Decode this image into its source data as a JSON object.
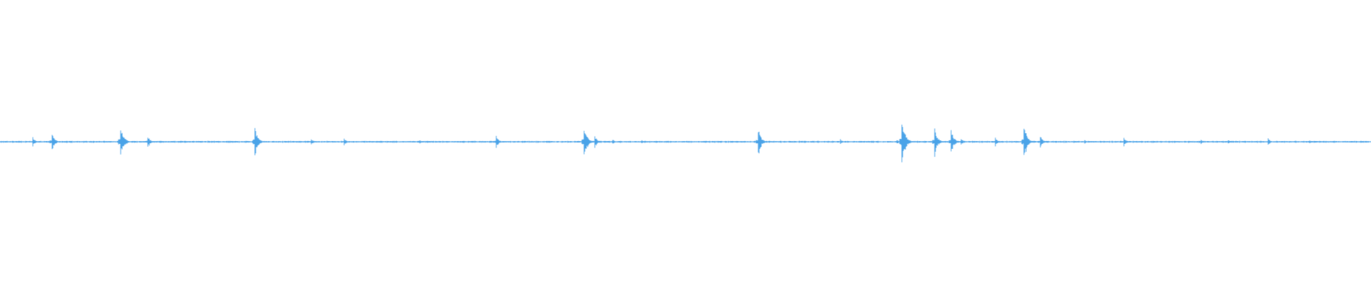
{
  "waveform": {
    "color": "#4aa3e8",
    "background": "#ffffff",
    "baseline_level": 0.0,
    "amplitude_range": [
      -1,
      1
    ],
    "duration_fraction_range": [
      0,
      1
    ],
    "transients": [
      {
        "t": 0.024,
        "amp": 0.035
      },
      {
        "t": 0.038,
        "amp": 0.075
      },
      {
        "t": 0.088,
        "amp": 0.12
      },
      {
        "t": 0.108,
        "amp": 0.045
      },
      {
        "t": 0.186,
        "amp": 0.11
      },
      {
        "t": 0.227,
        "amp": 0.02
      },
      {
        "t": 0.251,
        "amp": 0.025
      },
      {
        "t": 0.306,
        "amp": 0.012
      },
      {
        "t": 0.362,
        "amp": 0.05
      },
      {
        "t": 0.426,
        "amp": 0.12
      },
      {
        "t": 0.434,
        "amp": 0.045
      },
      {
        "t": 0.447,
        "amp": 0.02
      },
      {
        "t": 0.468,
        "amp": 0.012
      },
      {
        "t": 0.553,
        "amp": 0.1
      },
      {
        "t": 0.613,
        "amp": 0.02
      },
      {
        "t": 0.637,
        "amp": 0.01
      },
      {
        "t": 0.654,
        "amp": 0.015
      },
      {
        "t": 0.658,
        "amp": 0.17
      },
      {
        "t": 0.682,
        "amp": 0.1
      },
      {
        "t": 0.694,
        "amp": 0.09
      },
      {
        "t": 0.701,
        "amp": 0.025
      },
      {
        "t": 0.726,
        "amp": 0.03
      },
      {
        "t": 0.747,
        "amp": 0.135
      },
      {
        "t": 0.759,
        "amp": 0.045
      },
      {
        "t": 0.791,
        "amp": 0.015
      },
      {
        "t": 0.82,
        "amp": 0.035
      },
      {
        "t": 0.876,
        "amp": 0.02
      },
      {
        "t": 0.896,
        "amp": 0.015
      },
      {
        "t": 0.925,
        "amp": 0.03
      },
      {
        "t": 0.955,
        "amp": 0.012
      }
    ]
  }
}
